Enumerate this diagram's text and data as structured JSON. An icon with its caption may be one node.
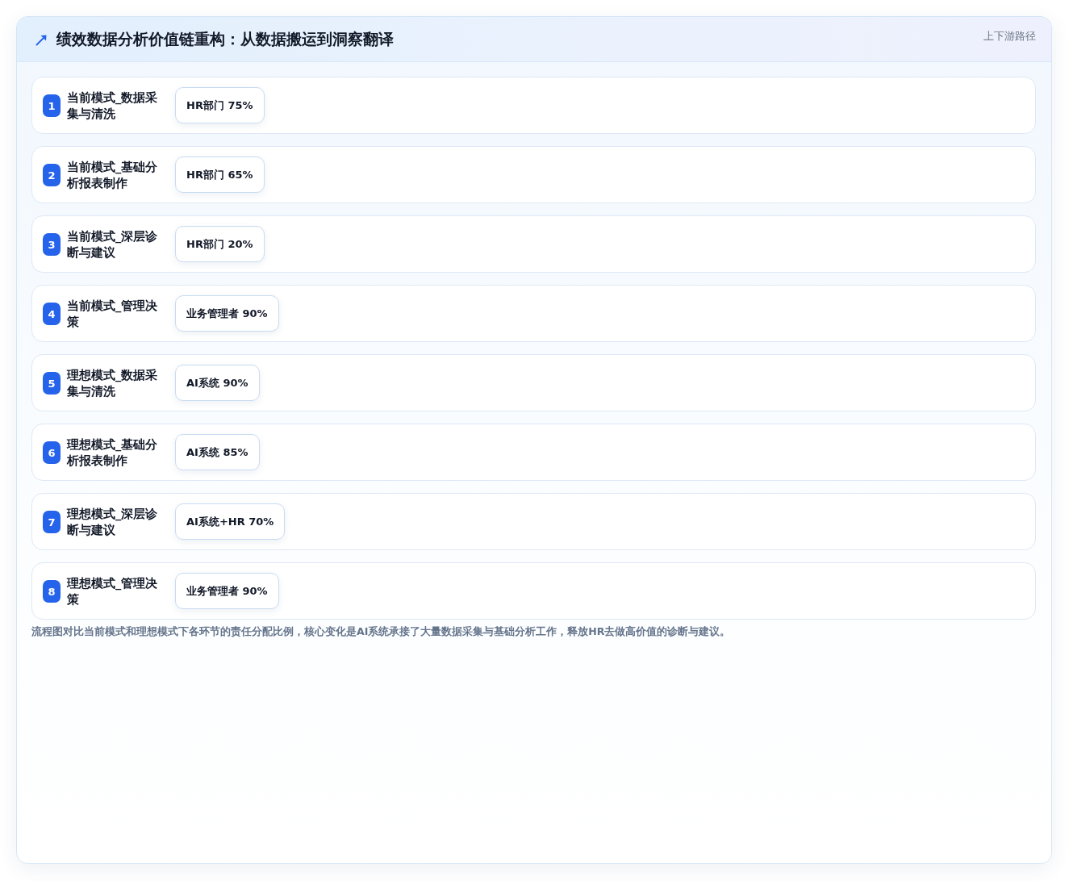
{
  "diagram": {
    "title": "绩效数据分析价值链重构：从数据搬运到洞察翻译",
    "caption": "流程图对比当前模式和理想模式下各环节的责任分配比例，核心变化是AI系统承接了大量数据采集与基础分析工作，释放HR去做高价值的诊断与建议。",
    "nodes": [
      {
        "text": [
          "当前模式_数据采集与清洗"
        ]
      },
      {
        "text": [
          "1"
        ],
        "in": 0
      },
      {
        "text": [
          "HR部门 75%"
        ],
        "in": 0
      },
      {
        "text": [
          "当前模式_基础分析报表制作"
        ]
      },
      {
        "text": [
          "2"
        ],
        "in": 3
      },
      {
        "text": [
          "HR部门 65%"
        ],
        "in": 3
      },
      {
        "text": [
          "当前模式_深层诊断与建议"
        ]
      },
      {
        "text": [
          "3"
        ],
        "in": 6
      },
      {
        "text": [
          "HR部门 20%"
        ],
        "in": 6
      },
      {
        "text": [
          "当前模式_管理决策"
        ]
      },
      {
        "text": [
          "4"
        ],
        "in": 9
      },
      {
        "text": [
          "业务管理者 90%"
        ],
        "in": 9
      },
      {
        "text": [
          "理想模式_数据采集与清洗"
        ]
      },
      {
        "text": [
          "5"
        ],
        "in": 12
      },
      {
        "text": [
          "AI系统 90%"
        ],
        "in": 12
      },
      {
        "text": [
          "理想模式_基础分析报表制作"
        ]
      },
      {
        "text": [
          "6"
        ],
        "in": 15
      },
      {
        "text": [
          "AI系统 85%"
        ],
        "in": 15
      },
      {
        "text": [
          "理想模式_深层诊断与建议"
        ]
      },
      {
        "text": [
          "7"
        ],
        "in": 18
      },
      {
        "text": [
          "AI系统+HR 70%"
        ],
        "in": 18
      },
      {
        "text": [
          "理想模式_管理决策"
        ]
      },
      {
        "text": [
          "8"
        ],
        "in": 21
      },
      {
        "text": [
          "业务管理者 90%"
        ],
        "in": 21
      }
    ],
    "labels": [
      "上下游路径"
    ]
  }
}
